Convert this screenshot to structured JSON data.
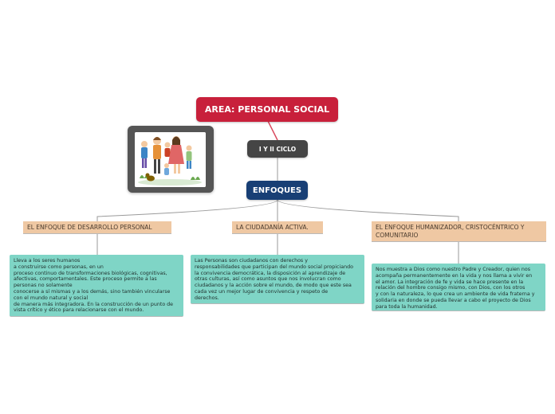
{
  "root": {
    "label": "AREA: PERSONAL SOCIAL"
  },
  "ciclo": {
    "label": "I Y II CICLO"
  },
  "enfoques": {
    "label": "ENFOQUES"
  },
  "image": {
    "icon": "family-illustration-icon"
  },
  "branches": [
    {
      "title": "EL ENFOQUE DE DESARROLLO PERSONAL",
      "text": "Lleva a los seres humanos\na construirse como personas, en un\nproceso continuo de transformaciones biológicas, cognitivas,\nafectivas, comportamentales. Este proceso permite a las\npersonas no solamente\n conocerse a sí mismas y a los demás, sino también vincularse\ncon el mundo natural y social\nde manera más integradora. En la construcción de un punto de\nvista crítico y ético para relacionarse con el mundo."
    },
    {
      "title": "LA CIUDADANÍA ACTIVA.",
      "text": "Las Personas son ciudadanos con derechos y\nresponsabilidades que participan del mundo social propiciando\nla convivencia democrática, la disposición al aprendizaje de\notras culturas, así como asuntos que nos involucran como\nciudadanos y la acción sobre el mundo, de modo que este sea\ncada vez un mejor lugar de convivencia y respeto de\nderechos."
    },
    {
      "title": "EL ENFOQUE HUMANIZADOR, CRISTOCÉNTRICO Y COMUNITARIO",
      "text": "Nos muestra a Dios como nuestro Padre y Creador, quien nos\nacompaña permanentemente en la vida y nos llama a vivir en\nel amor. La integración de fe y vida se hace presente en la\nrelación del hombre consigo mismo, con Dios, con los otros\ny con la naturaleza, lo que crea un ambiente de vida fraterna y\nsolidaria en donde se pueda llevar a cabo el proyecto de Dios\npara toda la humanidad."
    }
  ],
  "colors": {
    "root": "#c8203b",
    "ciclo": "#454545",
    "enfoques": "#183f75",
    "branch": "#efc8a3",
    "description": "#7fd5c6",
    "connector": "#9a9a9a"
  }
}
